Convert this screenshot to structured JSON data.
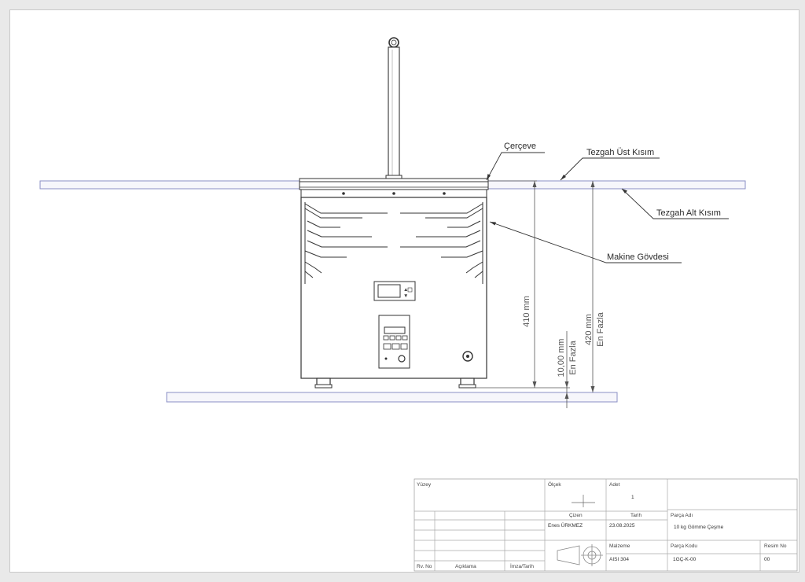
{
  "labels": {
    "cerceve": "Çerçeve",
    "tezgah_ust": "Tezgah Üst Kısım",
    "tezgah_alt": "Tezgah Alt Kısım",
    "makine_govdesi": "Makine Gövdesi"
  },
  "dimensions": {
    "d410": "410 mm",
    "d420": "420 mm",
    "d420_note": "En Fazla",
    "d10": "10,00 mm",
    "d10_note": "En Fazla"
  },
  "title_block": {
    "yuzey_label": "Yüzey",
    "olcek_label": "Ölçek",
    "adet_label": "Adet",
    "adet_value": "1",
    "cizen_label": "Çizen",
    "tarih_label": "Tarih",
    "parca_adi_label": "Parça Adı",
    "cizen_value": "Enes ÜRKMEZ",
    "tarih_value": "23.08.2025",
    "parca_adi_value": "10 kg Gömme Çeşme",
    "malzeme_label": "Malzeme",
    "parca_kodu_label": "Parça Kodu",
    "resim_no_label": "Resim No",
    "malzeme_value": "AISI 304",
    "parca_kodu_value": "1GÇ-K-00",
    "resim_no_value": "00",
    "rev_no_label": "Rv. No",
    "aciklama_label": "Açıklama",
    "imza_tarih_label": "İmza/Tarih"
  },
  "colors": {
    "line": "#333333",
    "countertop": "#8a8fc4",
    "countertop_fill": "#f6f6fb",
    "frame": "#444444"
  }
}
